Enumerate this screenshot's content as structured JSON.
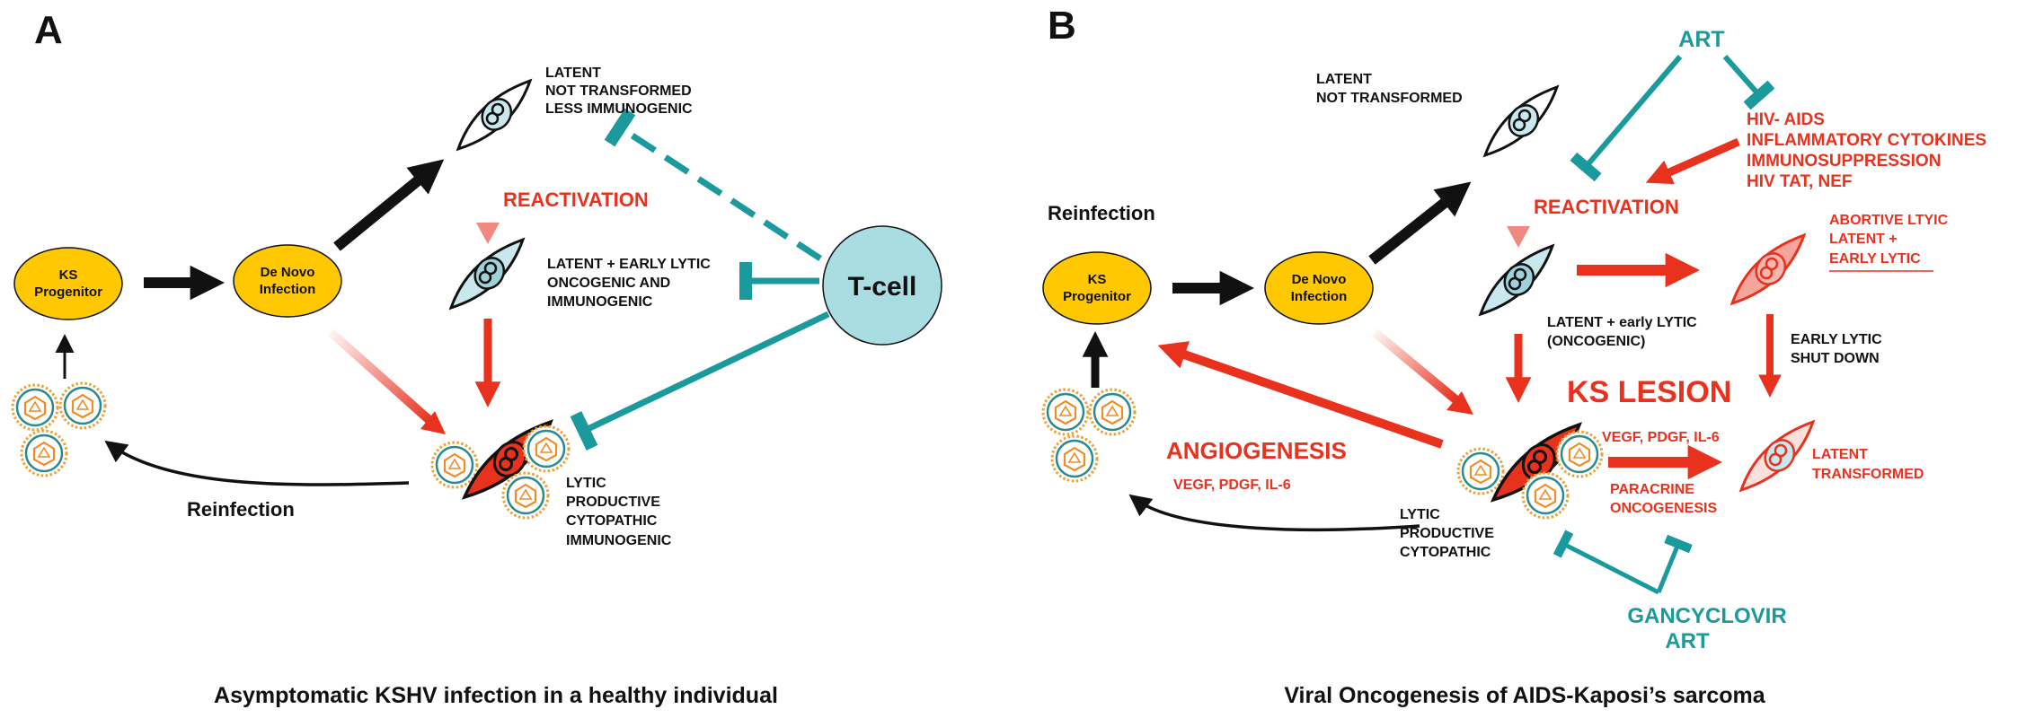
{
  "colors": {
    "red": "#e8321e",
    "teal": "#1a9a9c",
    "yellow": "#ffc800",
    "tcell": "#a9dde1",
    "black": "#111111"
  },
  "panel_a": {
    "letter": "A",
    "ks_progenitor": [
      "KS",
      "Progenitor"
    ],
    "de_novo": [
      "De Novo",
      "Infection"
    ],
    "latent_label": [
      "LATENT",
      "NOT TRANSFORMED",
      "LESS IMMUNOGENIC"
    ],
    "reactivation": "REACTIVATION",
    "latent_early_label": [
      "LATENT + EARLY LYTIC",
      "ONCOGENIC AND",
      "IMMUNOGENIC"
    ],
    "t_cell": "T-cell",
    "lytic_label": [
      "LYTIC",
      "PRODUCTIVE",
      "CYTOPATHIC",
      "IMMUNOGENIC"
    ],
    "reinfection": "Reinfection",
    "caption": "Asymptomatic KSHV infection in a healthy individual"
  },
  "panel_b": {
    "letter": "B",
    "art_top": "ART",
    "latent_label": [
      "LATENT",
      "NOT TRANSFORMED"
    ],
    "hiv_factors": [
      "HIV- AIDS",
      "INFLAMMATORY CYTOKINES",
      "IMMUNOSUPPRESSION",
      "HIV TAT, NEF"
    ],
    "reinfection": "Reinfection",
    "reactivation": "REACTIVATION",
    "abortive": [
      "ABORTIVE LTYIC",
      "LATENT +",
      "EARLY LYTIC"
    ],
    "ks_progenitor": [
      "KS",
      "Progenitor"
    ],
    "de_novo": [
      "De Novo",
      "Infection"
    ],
    "latent_early_label": [
      "LATENT + early LYTIC",
      "(ONCOGENIC)"
    ],
    "early_lytic_shutdown": [
      "EARLY LYTIC",
      "SHUT DOWN"
    ],
    "ks_lesion": "KS LESION",
    "angiogenesis": "ANGIOGENESIS",
    "angio_factors": "VEGF, PDGF,  IL-6",
    "paracrine_factors": "VEGF, PDGF, IL-6",
    "paracrine": [
      "PARACRINE",
      "ONCOGENESIS"
    ],
    "latent_transformed": [
      "LATENT",
      "TRANSFORMED"
    ],
    "lytic_label": [
      "LYTIC",
      "PRODUCTIVE",
      "CYTOPATHIC"
    ],
    "gancyclovir": [
      "GANCYCLOVIR",
      "ART"
    ],
    "caption": "Viral Oncogenesis of AIDS-Kaposi’s sarcoma"
  }
}
